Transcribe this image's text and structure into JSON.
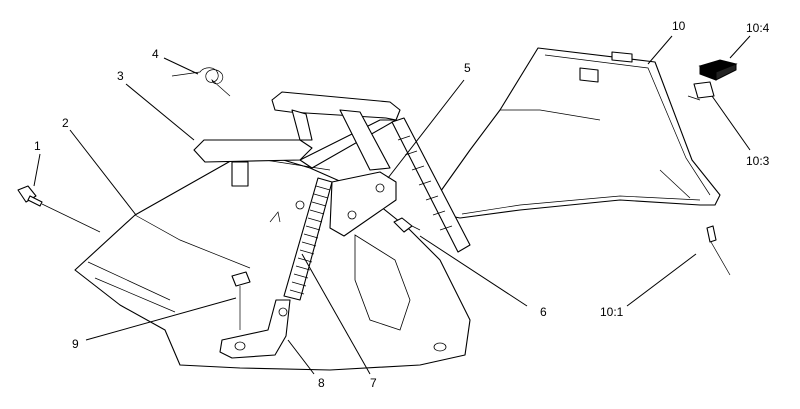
{
  "diagram": {
    "callouts": [
      "1",
      "2",
      "3",
      "4",
      "5",
      "6",
      "7",
      "8",
      "9",
      "10",
      "10:4",
      "10:3",
      "10:1"
    ]
  }
}
